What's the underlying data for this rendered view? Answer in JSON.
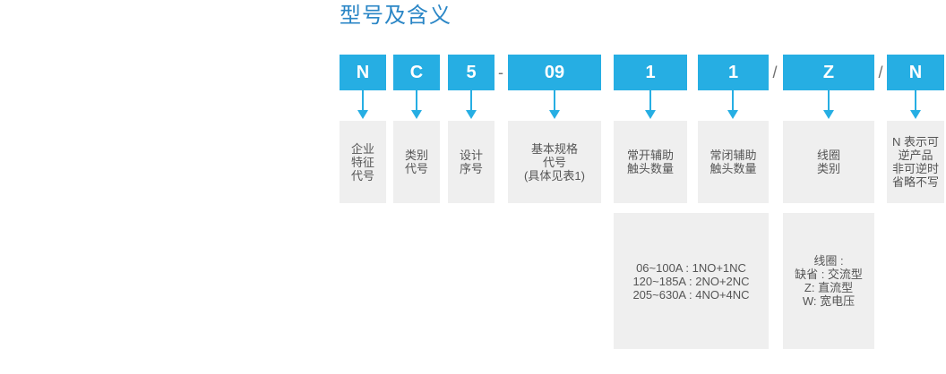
{
  "title": "型号及含义",
  "codes": [
    {
      "code": "N",
      "desc": "企业\n特征\n代号"
    },
    {
      "code": "C",
      "desc": "类别\n代号"
    },
    {
      "code": "5",
      "desc": "设计\n序号"
    },
    {
      "code": "09",
      "desc": "基本规格\n代号\n(具体见表1)"
    },
    {
      "code": "1",
      "desc": "常开辅助\n触头数量"
    },
    {
      "code": "1",
      "desc": "常闭辅助\n触头数量"
    },
    {
      "code": "Z",
      "desc": "线圈\n类别"
    },
    {
      "code": "N",
      "desc": "N 表示可\n逆产品\n非可逆时\n省略不写"
    }
  ],
  "separators": [
    "-",
    "/",
    "/"
  ],
  "notes": {
    "contacts": "06~100A : 1NO+1NC\n120~185A : 2NO+2NC\n205~630A : 4NO+4NC",
    "coil": "线圈 :\n缺省 : 交流型\nZ: 直流型\nW: 宽电压"
  },
  "colors": {
    "code_bg": "#26aee3",
    "title": "#2a86c6",
    "box_bg": "#efefef",
    "arrow": "#26aee3"
  }
}
